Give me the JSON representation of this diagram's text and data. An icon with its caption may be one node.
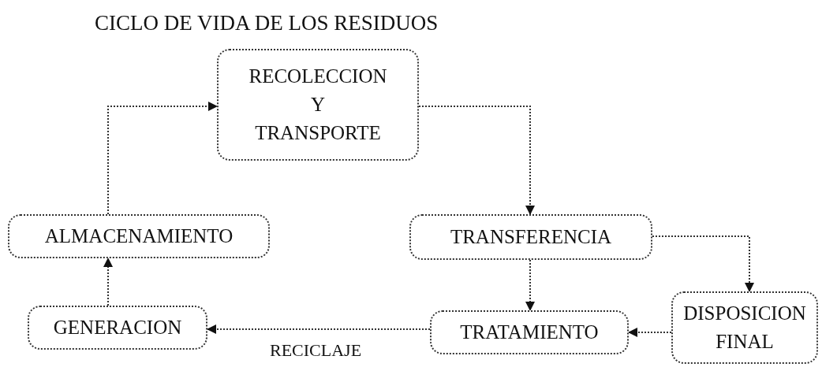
{
  "diagram": {
    "title": "CICLO DE VIDA DE LOS RESIDUOS",
    "nodes": [
      {
        "text": [
          "RECOLECCION Y TRANSPORTE"
        ]
      },
      {
        "text": [
          "ALMACENAMIENTO"
        ]
      },
      {
        "text": [
          "TRANSFERENCIA"
        ]
      },
      {
        "text": [
          "GENERACION"
        ]
      },
      {
        "text": [
          "TRATAMIENTO"
        ]
      },
      {
        "text": [
          "DISPOSICION FINAL"
        ]
      }
    ],
    "edges": [
      {
        "from": 1,
        "to": 0,
        "arrow": "to"
      },
      {
        "from": 0,
        "to": 2,
        "arrow": "to"
      },
      {
        "from": 2,
        "to": 4,
        "arrow": "to"
      },
      {
        "from": 2,
        "to": 5,
        "arrow": "to"
      },
      {
        "from": 5,
        "to": 4,
        "arrow": "to"
      },
      {
        "from": 4,
        "to": 3,
        "arrow": "to",
        "label": "RECICLAJE"
      },
      {
        "from": 3,
        "to": 1,
        "arrow": "to"
      }
    ]
  }
}
